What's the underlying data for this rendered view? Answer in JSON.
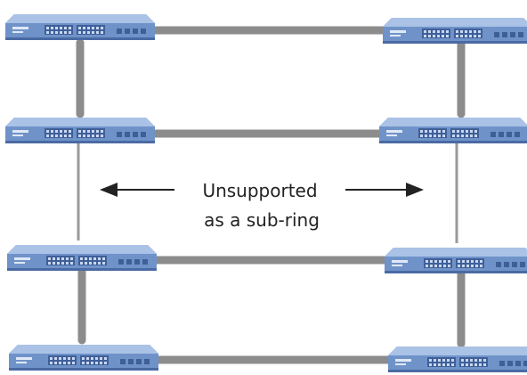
{
  "diagram": {
    "annotation_line1": "Unsupported",
    "annotation_line2": "as a sub-ring",
    "colors": {
      "link": "#8c8c8c",
      "thin_link": "#9a9a9a",
      "switch_body": "#6f93c9",
      "switch_top": "#a9c2e6",
      "switch_ports": "#3f5f99",
      "arrow": "#222222"
    },
    "nodes": [
      {
        "id": "switch-row1-left"
      },
      {
        "id": "switch-row1-right"
      },
      {
        "id": "switch-row2-left"
      },
      {
        "id": "switch-row2-right"
      },
      {
        "id": "switch-row3-left"
      },
      {
        "id": "switch-row3-right"
      },
      {
        "id": "switch-row4-left"
      },
      {
        "id": "switch-row4-right"
      }
    ]
  }
}
